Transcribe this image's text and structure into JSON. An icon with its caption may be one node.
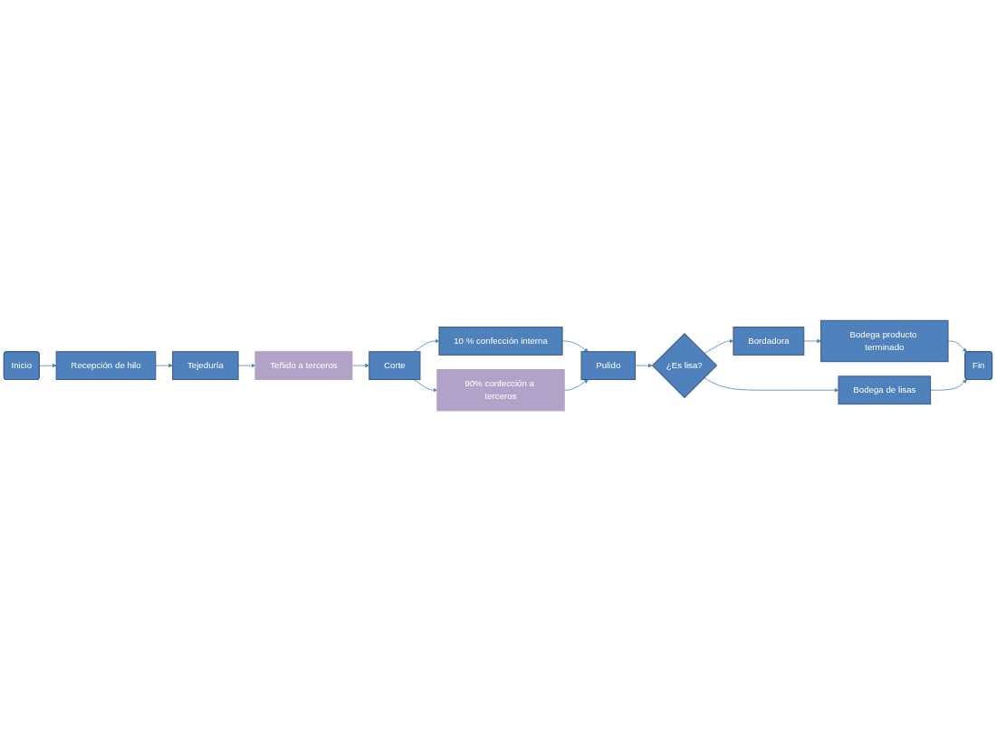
{
  "diagram": {
    "nodes": [
      {
        "text": [
          "Inicio"
        ]
      },
      {
        "text": [
          "Recepción de hilo"
        ]
      },
      {
        "text": [
          "Tejeduría"
        ]
      },
      {
        "text": [
          "Teñido a terceros"
        ]
      },
      {
        "text": [
          "Corte"
        ]
      },
      {
        "text": [
          "10 % confección interna"
        ]
      },
      {
        "text": [
          "90% confección a terceros"
        ]
      },
      {
        "text": [
          "Pulido"
        ]
      },
      {
        "text": [
          "¿Es lisa?"
        ]
      },
      {
        "text": [
          "Bordadora"
        ]
      },
      {
        "text": [
          "Bodega producto terminado"
        ]
      },
      {
        "text": [
          "Bodega de lisas"
        ]
      },
      {
        "text": [
          "Fin"
        ]
      }
    ],
    "edges": [
      {
        "from": 0,
        "to": 1,
        "arrow": "to"
      },
      {
        "from": 1,
        "to": 2,
        "arrow": "to"
      },
      {
        "from": 2,
        "to": 3,
        "arrow": "to"
      },
      {
        "from": 3,
        "to": 4,
        "arrow": "to"
      },
      {
        "from": 4,
        "to": 5,
        "arrow": "to"
      },
      {
        "from": 4,
        "to": 6,
        "arrow": "to"
      },
      {
        "from": 5,
        "to": 7,
        "arrow": "to"
      },
      {
        "from": 6,
        "to": 7,
        "arrow": "to"
      },
      {
        "from": 7,
        "to": 8,
        "arrow": "to"
      },
      {
        "from": 8,
        "to": 9,
        "arrow": "to"
      },
      {
        "from": 8,
        "to": 11,
        "arrow": "to"
      },
      {
        "from": 9,
        "to": 10,
        "arrow": "to"
      },
      {
        "from": 10,
        "to": 12,
        "arrow": "to"
      },
      {
        "from": 11,
        "to": 12,
        "arrow": "to"
      }
    ]
  }
}
